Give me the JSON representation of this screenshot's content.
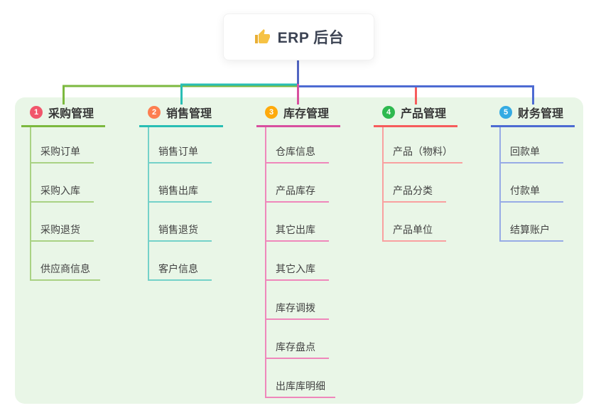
{
  "root": {
    "icon": "thumbs-up-icon",
    "title": "ERP 后台"
  },
  "branches": [
    {
      "num": "1",
      "title": "采购管理",
      "badge_color": "#f1566b",
      "line_color": "#7cb93f",
      "child_line_color": "#a9d284",
      "children": [
        "采购订单",
        "采购入库",
        "采购退货",
        "供应商信息"
      ]
    },
    {
      "num": "2",
      "title": "销售管理",
      "badge_color": "#fd7e50",
      "line_color": "#29beb4",
      "child_line_color": "#74d1c9",
      "children": [
        "销售订单",
        "销售出库",
        "销售退货",
        "客户信息"
      ]
    },
    {
      "num": "3",
      "title": "库存管理",
      "badge_color": "#feaa0c",
      "line_color": "#d8509f",
      "child_line_color": "#ef87bb",
      "children": [
        "仓库信息",
        "产品库存",
        "其它出库",
        "其它入库",
        "库存调拨",
        "库存盘点",
        "出库库明细"
      ]
    },
    {
      "num": "4",
      "title": "产品管理",
      "badge_color": "#2eb94f",
      "line_color": "#f65c5c",
      "child_line_color": "#f9a0a0",
      "children": [
        "产品（物料）",
        "产品分类",
        "产品单位"
      ]
    },
    {
      "num": "5",
      "title": "财务管理",
      "badge_color": "#34abe3",
      "line_color": "#4d6bd2",
      "child_line_color": "#97abe6",
      "children": [
        "回款单",
        "付款单",
        "结算账户"
      ]
    }
  ],
  "colors": {
    "board_bg": "#e9f6e7",
    "root_stem": "#5165c3",
    "thumb_gold": "#f6c244",
    "thumb_cuff": "#e9ae35"
  }
}
